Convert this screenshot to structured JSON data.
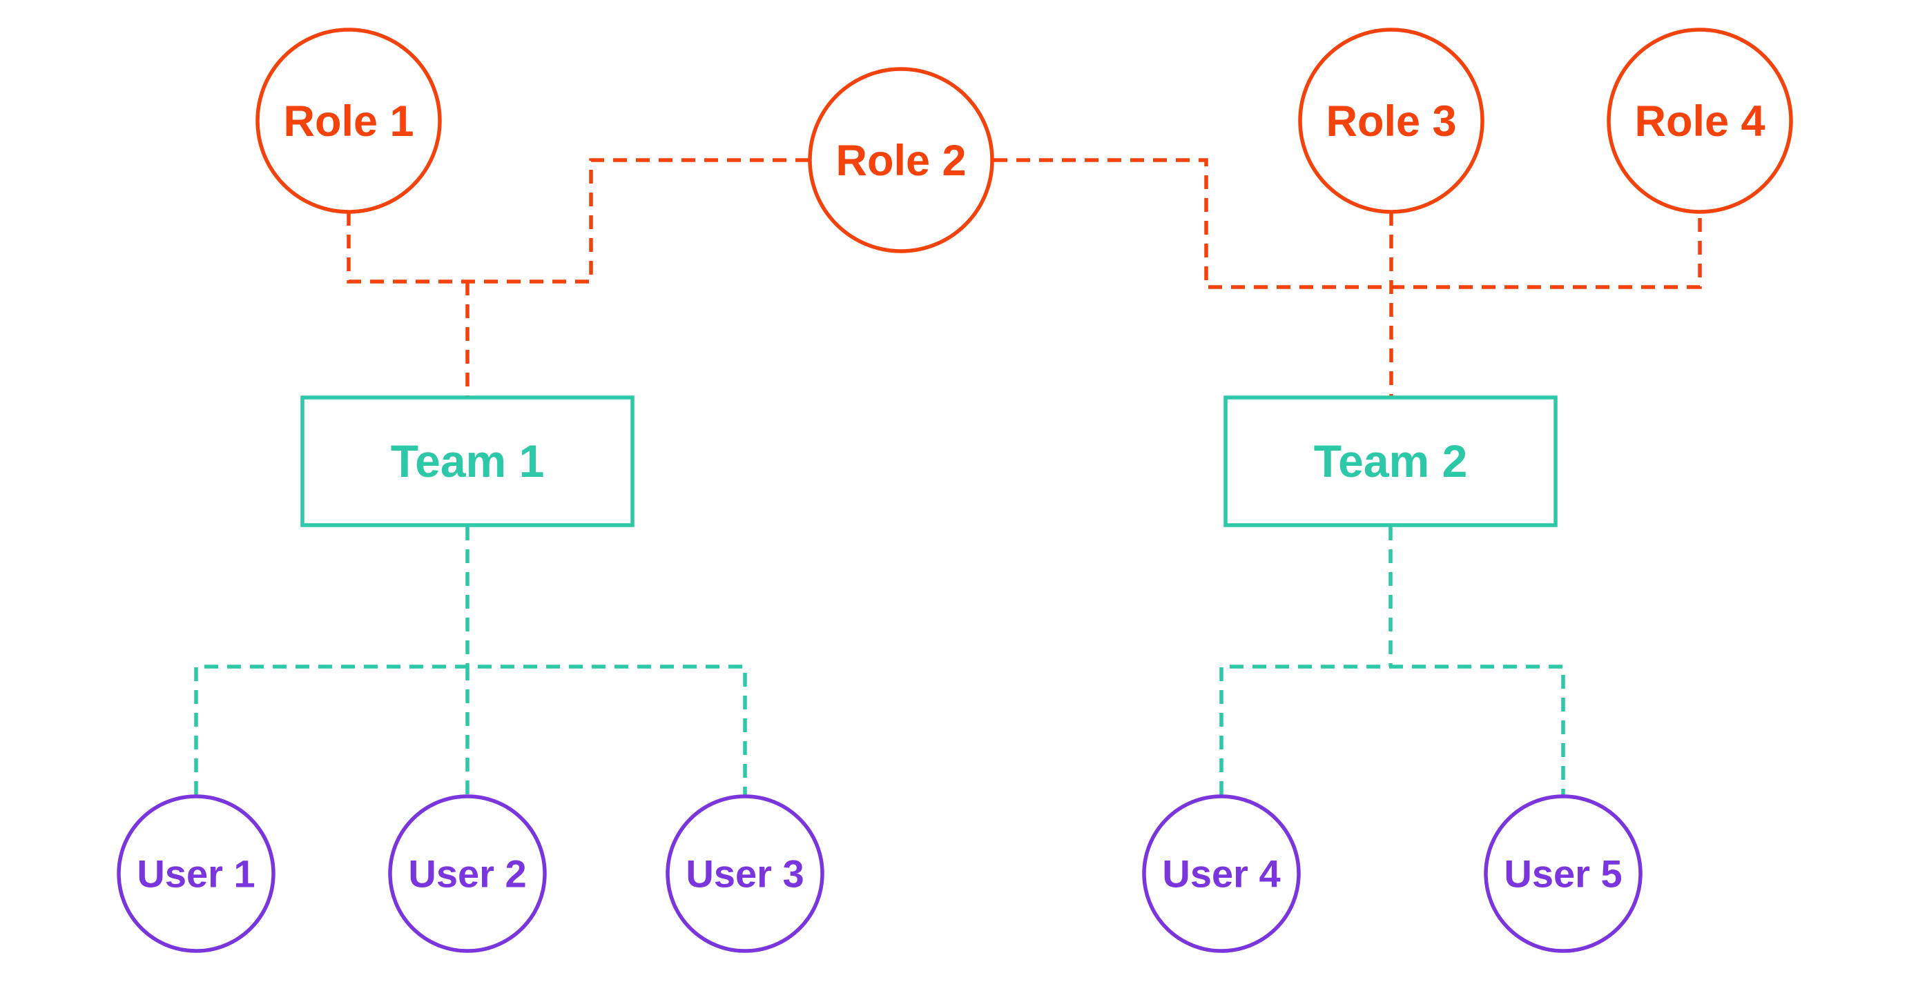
{
  "colors": {
    "role": "#F4420C",
    "team": "#2DC8A8",
    "user": "#7A35DD",
    "background": "#FFFFFF"
  },
  "nodes": {
    "roles": [
      {
        "label": "Role 1",
        "shape": "circle"
      },
      {
        "label": "Role 2",
        "shape": "circle"
      },
      {
        "label": "Role 3",
        "shape": "circle"
      },
      {
        "label": "Role 4",
        "shape": "circle"
      }
    ],
    "teams": [
      {
        "label": "Team 1",
        "shape": "rectangle"
      },
      {
        "label": "Team 2",
        "shape": "rectangle"
      }
    ],
    "users": [
      {
        "label": "User 1",
        "shape": "circle"
      },
      {
        "label": "User 2",
        "shape": "circle"
      },
      {
        "label": "User 3",
        "shape": "circle"
      },
      {
        "label": "User 4",
        "shape": "circle"
      },
      {
        "label": "User 5",
        "shape": "circle"
      }
    ]
  },
  "edges": [
    {
      "from": "Role 1",
      "to": "Team 1",
      "style": "dashed",
      "color_key": "role"
    },
    {
      "from": "Role 2",
      "to": "Team 1",
      "style": "dashed",
      "color_key": "role"
    },
    {
      "from": "Role 2",
      "to": "Team 2",
      "style": "dashed",
      "color_key": "role"
    },
    {
      "from": "Role 3",
      "to": "Team 2",
      "style": "dashed",
      "color_key": "role"
    },
    {
      "from": "Role 4",
      "to": "Team 2",
      "style": "dashed",
      "color_key": "role"
    },
    {
      "from": "Team 1",
      "to": "User 1",
      "style": "dashed",
      "color_key": "team"
    },
    {
      "from": "Team 1",
      "to": "User 2",
      "style": "dashed",
      "color_key": "team"
    },
    {
      "from": "Team 1",
      "to": "User 3",
      "style": "dashed",
      "color_key": "team"
    },
    {
      "from": "Team 2",
      "to": "User 4",
      "style": "dashed",
      "color_key": "team"
    },
    {
      "from": "Team 2",
      "to": "User 5",
      "style": "dashed",
      "color_key": "team"
    }
  ]
}
